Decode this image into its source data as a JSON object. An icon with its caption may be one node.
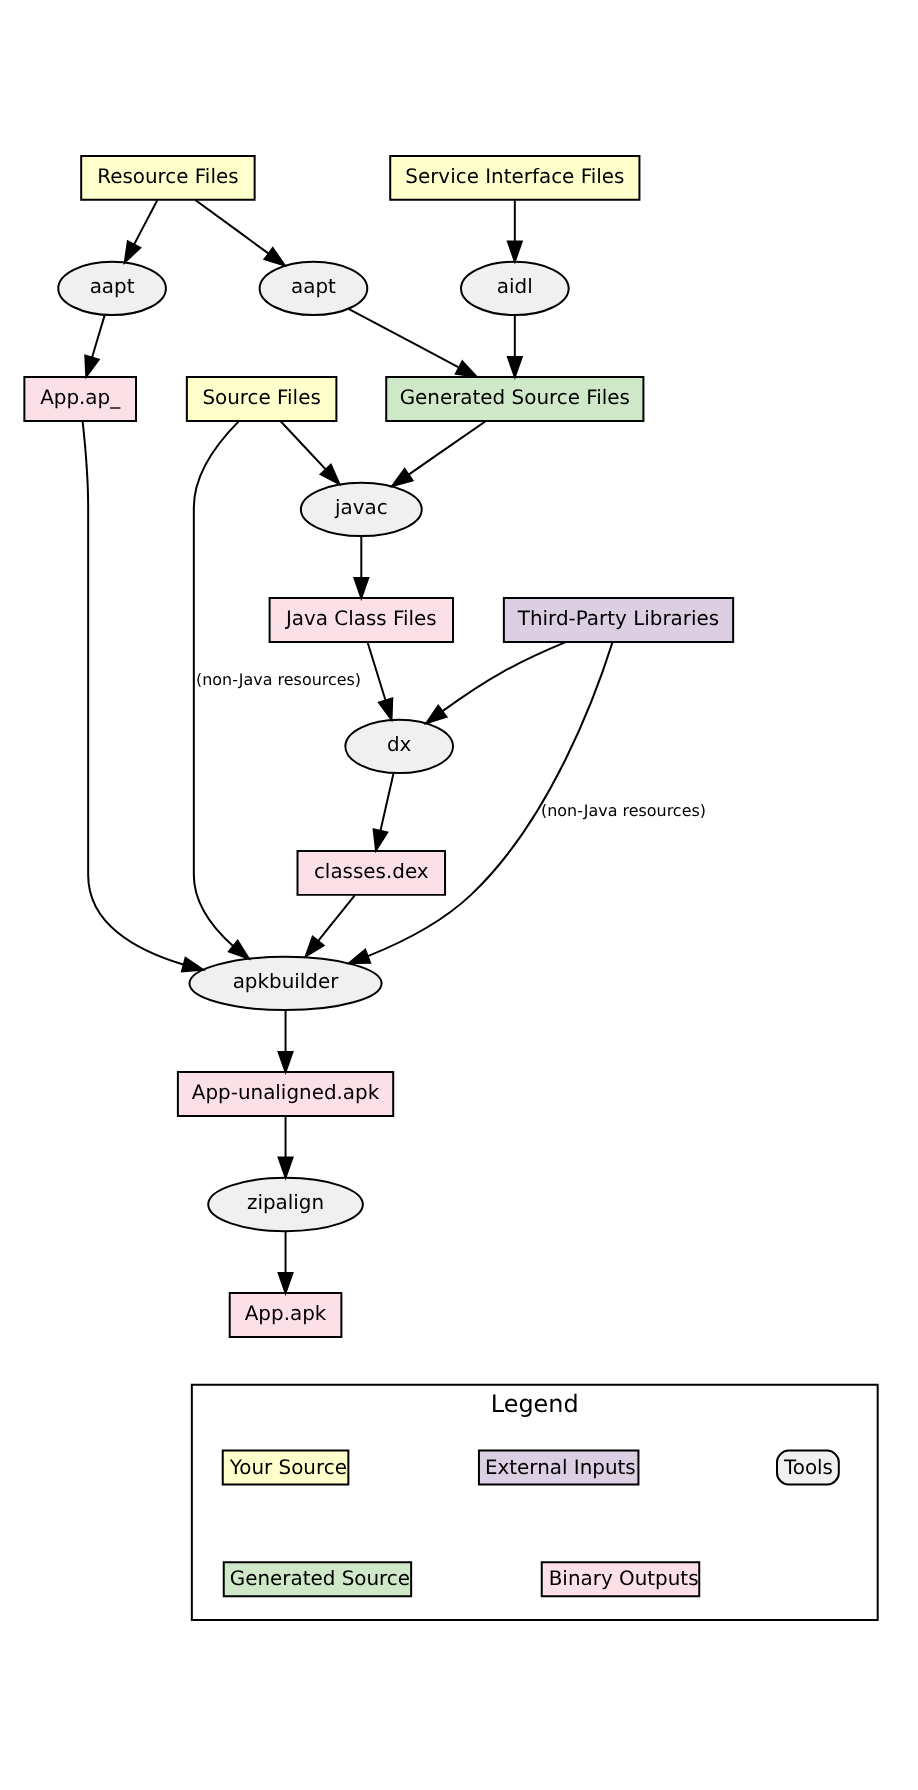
{
  "diagram": {
    "nodes": [
      {
        "text": [
          "Service Interface Files"
        ]
      },
      {
        "text": [
          "Resource Files"
        ]
      },
      {
        "text": [
          "aidl"
        ]
      },
      {
        "text": [
          "aapt"
        ]
      },
      {
        "text": [
          "Source Files"
        ]
      },
      {
        "text": [
          "Generated Source Files"
        ]
      },
      {
        "text": [
          "javac"
        ]
      },
      {
        "text": [
          "Java Class Files"
        ]
      },
      {
        "text": [
          "Third-Party Libraries"
        ]
      },
      {
        "text": [
          "dx"
        ]
      },
      {
        "text": [
          "aapt"
        ]
      },
      {
        "text": [
          "classes.dex"
        ]
      },
      {
        "text": [
          "App.ap_"
        ]
      },
      {
        "text": [
          "apkbuilder"
        ]
      },
      {
        "text": [
          "App-unaligned.apk"
        ]
      },
      {
        "text": [
          "zipalign"
        ]
      },
      {
        "text": [
          "App.apk"
        ]
      },
      {
        "text": [
          "Legend"
        ]
      }
    ],
    "edges": [
      {
        "from": 0,
        "to": 2,
        "arrow": "to"
      },
      {
        "from": 1,
        "to": 3,
        "arrow": "to"
      },
      {
        "from": 1,
        "to": 10,
        "arrow": "to"
      },
      {
        "from": 2,
        "to": 5,
        "arrow": "to"
      },
      {
        "from": 3,
        "to": 5,
        "arrow": "to"
      },
      {
        "from": 4,
        "to": 6,
        "arrow": "to"
      },
      {
        "from": 5,
        "to": 6,
        "arrow": "to"
      },
      {
        "from": 4,
        "to": 13,
        "arrow": "to",
        "label": "(non-Java resources)"
      },
      {
        "from": 6,
        "to": 7,
        "arrow": "to"
      },
      {
        "from": 7,
        "to": 9,
        "arrow": "to"
      },
      {
        "from": 8,
        "to": 9,
        "arrow": "to"
      },
      {
        "from": 8,
        "to": 13,
        "arrow": "to",
        "label": "(non-Java resources)"
      },
      {
        "from": 9,
        "to": 11,
        "arrow": "to"
      },
      {
        "from": 10,
        "to": 12,
        "arrow": "to"
      },
      {
        "from": 11,
        "to": 13,
        "arrow": "to"
      },
      {
        "from": 12,
        "to": 13,
        "arrow": "to"
      },
      {
        "from": 13,
        "to": 14,
        "arrow": "to"
      },
      {
        "from": 14,
        "to": 15,
        "arrow": "to"
      },
      {
        "from": 15,
        "to": 16,
        "arrow": "to"
      }
    ],
    "legend": [
      {
        "text": "Your Source",
        "color": "#ffffcc"
      },
      {
        "text": "External Inputs",
        "color": "#ddcfe3"
      },
      {
        "text": "Tools"
      },
      {
        "text": "Generated Source",
        "color": "#cfe8c8"
      },
      {
        "text": "Binary Outputs",
        "color": "#fce0e8"
      }
    ]
  }
}
